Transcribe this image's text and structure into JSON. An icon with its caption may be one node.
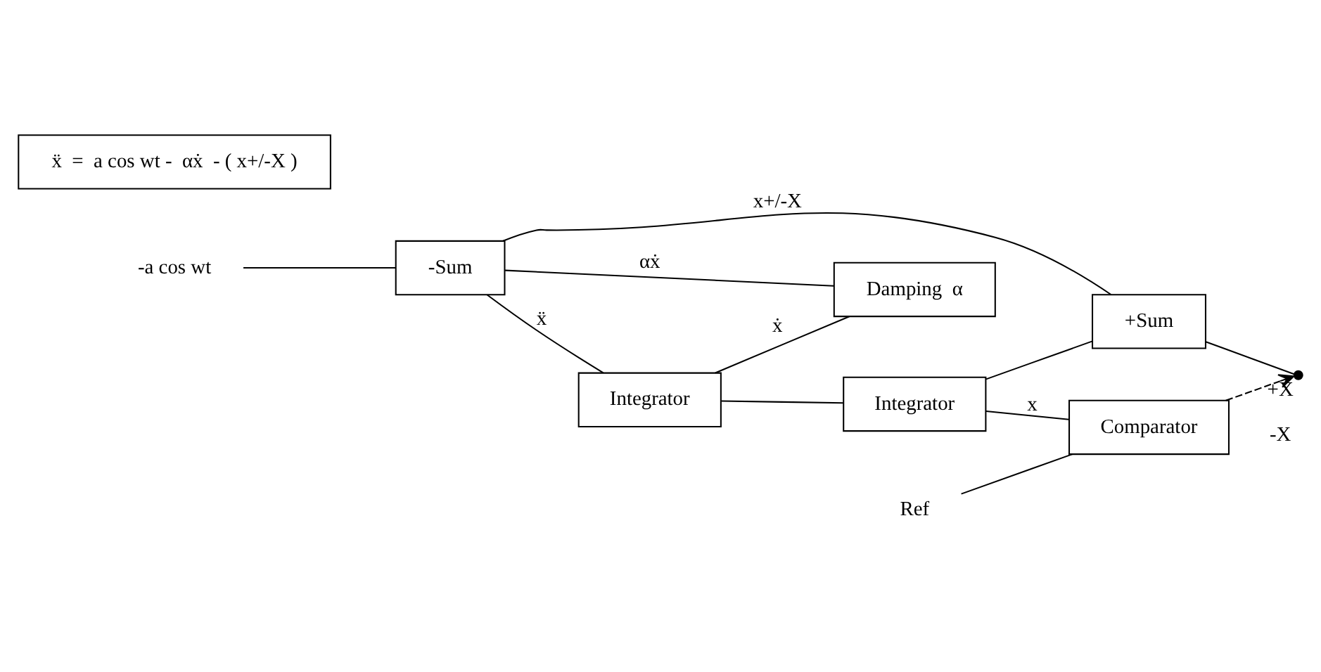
{
  "diagram": {
    "nodes": [
      {
        "text": [
          "-a cos wt"
        ]
      },
      {
        "text": [
          "-Sum"
        ]
      },
      {
        "text": [
          "Integrator"
        ]
      },
      {
        "text": [
          "Integrator"
        ]
      },
      {
        "text": [
          "Damping  α"
        ]
      },
      {
        "text": [
          "+Sum"
        ]
      },
      {
        "text": [
          "Comparator"
        ]
      },
      {
        "text": [
          "Ref"
        ]
      },
      {
        "text": [],
        "shape": "switch",
        "beside": [
          "+X",
          "-X"
        ]
      },
      {
        "text": [
          "ẍ  =  a cos wt -  αẋ  - ( x+/-X )"
        ]
      }
    ],
    "edges": [
      {
        "from": 0,
        "to": 1,
        "arrow": "none"
      },
      {
        "from": 1,
        "to": 2,
        "arrow": "none",
        "label": "ẍ"
      },
      {
        "from": 2,
        "to": 3,
        "arrow": "none"
      },
      {
        "from": 2,
        "to": 4,
        "arrow": "none",
        "label": "ẋ"
      },
      {
        "from": 4,
        "to": 1,
        "arrow": "none",
        "label": "αẋ"
      },
      {
        "from": 3,
        "to": 6,
        "arrow": "none",
        "label": "x"
      },
      {
        "from": 3,
        "to": 5,
        "arrow": "none"
      },
      {
        "from": 5,
        "to": 1,
        "arrow": "none",
        "label": "x+/-X"
      },
      {
        "from": 5,
        "to": 8,
        "arrow": "none"
      },
      {
        "from": 6,
        "to": 8,
        "arrow": "to",
        "style": "dashed"
      },
      {
        "from": 7,
        "to": 6,
        "arrow": "none"
      }
    ]
  }
}
